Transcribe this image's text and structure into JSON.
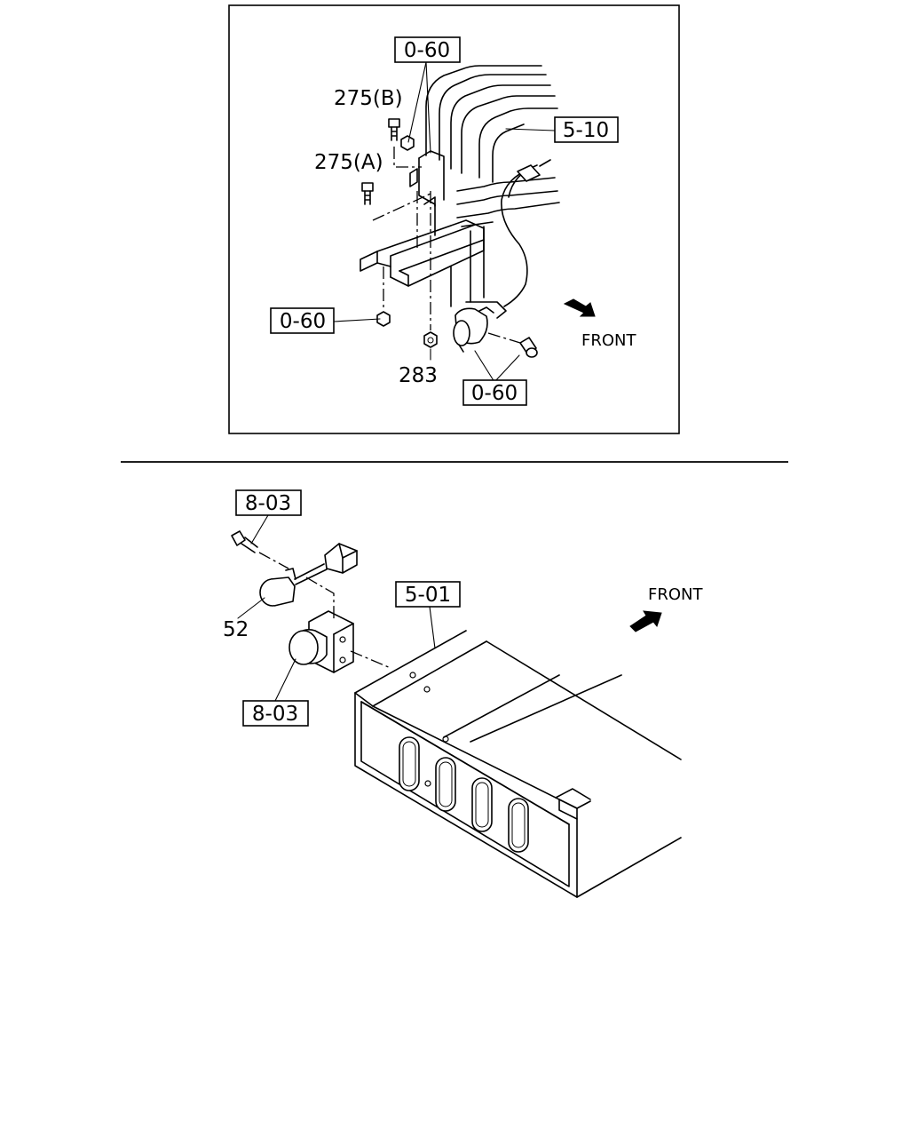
{
  "top_panel": {
    "callouts": {
      "ref_top": "0-60",
      "ref_left": "0-60",
      "ref_bottom": "0-60",
      "ref_frame": "5-10"
    },
    "labels": {
      "part_275b": "275(B)",
      "part_275a": "275(A)",
      "part_283": "283",
      "front": "FRONT"
    }
  },
  "bottom_panel": {
    "callouts": {
      "ref_bolt": "8-03",
      "ref_bracket": "8-03",
      "ref_crossmember": "5-01"
    },
    "labels": {
      "part_52": "52",
      "front": "FRONT"
    }
  }
}
